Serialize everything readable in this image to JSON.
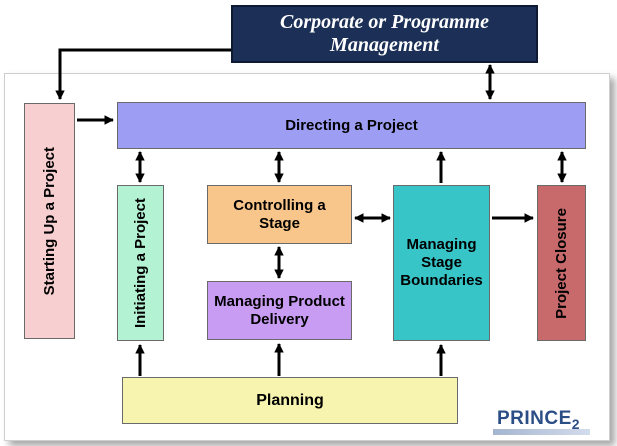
{
  "diagram": {
    "top_box": {
      "line1": "Corporate or Programme",
      "line2": "Management"
    },
    "boxes": {
      "starting_up": "Starting Up a Project",
      "directing": "Directing a Project",
      "initiating": "Initiating a Project",
      "controlling": "Controlling a Stage",
      "managing_product_delivery": "Managing Product Delivery",
      "managing_stage_boundaries": "Managing Stage Boundaries",
      "project_closure": "Project Closure",
      "planning": "Planning"
    },
    "logo": {
      "text": "PRINCE",
      "version": "2"
    },
    "colors": {
      "corporate": "#1c2f56",
      "starting_up": "#f8cfd0",
      "directing": "#9d9df4",
      "initiating": "#b4f2d4",
      "controlling": "#f8c68a",
      "managing_product_delivery": "#c89cf2",
      "managing_stage_boundaries": "#37c5c8",
      "project_closure": "#c86a6c",
      "planning": "#f6f4ae"
    }
  }
}
